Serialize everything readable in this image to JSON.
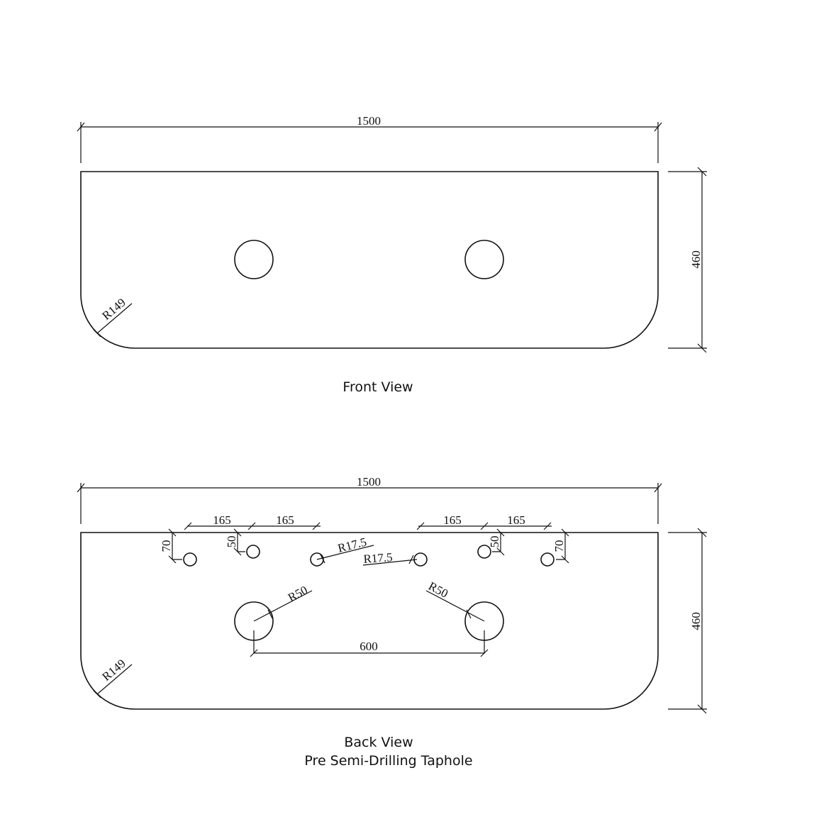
{
  "front_view": {
    "title": "Front View",
    "width_dim": "1500",
    "height_dim": "460",
    "corner_radius": "R149"
  },
  "back_view": {
    "title": "Back View",
    "subtitle": "Pre Semi-Drilling Taphole",
    "width_dim": "1500",
    "height_dim": "460",
    "corner_radius": "R149",
    "spacing": [
      "165",
      "165",
      "165",
      "165"
    ],
    "offset_outer": "70",
    "offset_inner": "50",
    "taphole_radius": "R17.5",
    "waste_radius": "R50",
    "waste_spacing": "600"
  }
}
